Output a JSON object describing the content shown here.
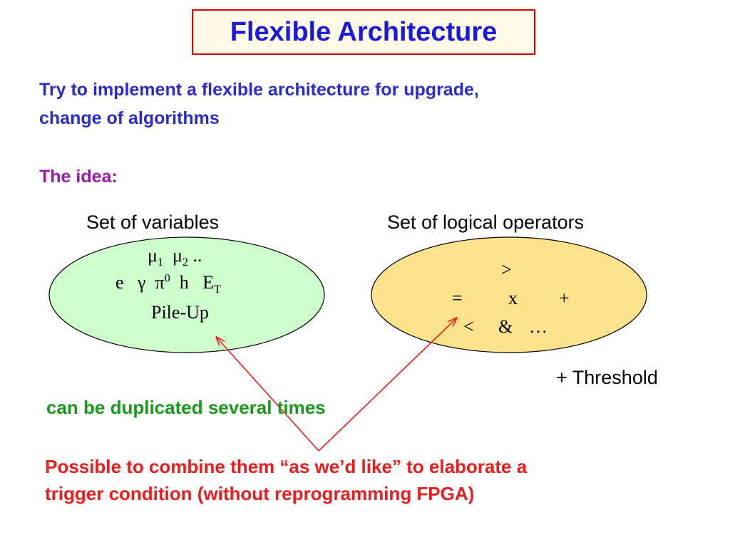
{
  "title": "Flexible Architecture",
  "intro": {
    "line1": "Try to implement a flexible architecture for upgrade,",
    "line2": "change of  algorithms"
  },
  "idea_label": "The idea:",
  "variables": {
    "heading": "Set of variables",
    "mu1_base": "μ",
    "mu1_sub": "1",
    "mu2_base": "μ",
    "mu2_sub": "2",
    "dots": "..",
    "e": "e",
    "gamma": "γ",
    "pi_base": "π",
    "pi_sup": "0",
    "h": "h",
    "et_base": "E",
    "et_sub": "T",
    "pileup": "Pile-Up"
  },
  "operators": {
    "heading": "Set of logical operators",
    "gt": ">",
    "eq": "=",
    "x": "x",
    "plus": "+",
    "lt": "<",
    "and": "&",
    "ellipsis": "…"
  },
  "threshold": "+ Threshold",
  "duplicated": "can be duplicated several times",
  "combine": {
    "line1": "Possible to combine them “as we’d like” to elaborate a",
    "line2": "trigger condition (without reprogramming FPGA)"
  },
  "colors": {
    "title_text": "#1a1adc",
    "title_border": "#e00000",
    "intro_text": "#2b2bd0",
    "idea_label": "#9a1aa8",
    "variables_fill": "#ccffcc",
    "operators_fill": "#ffe28c",
    "duplicated_text": "#1a9a1a",
    "combine_text": "#ee1c1c",
    "arrows": "#ee1c1c"
  }
}
